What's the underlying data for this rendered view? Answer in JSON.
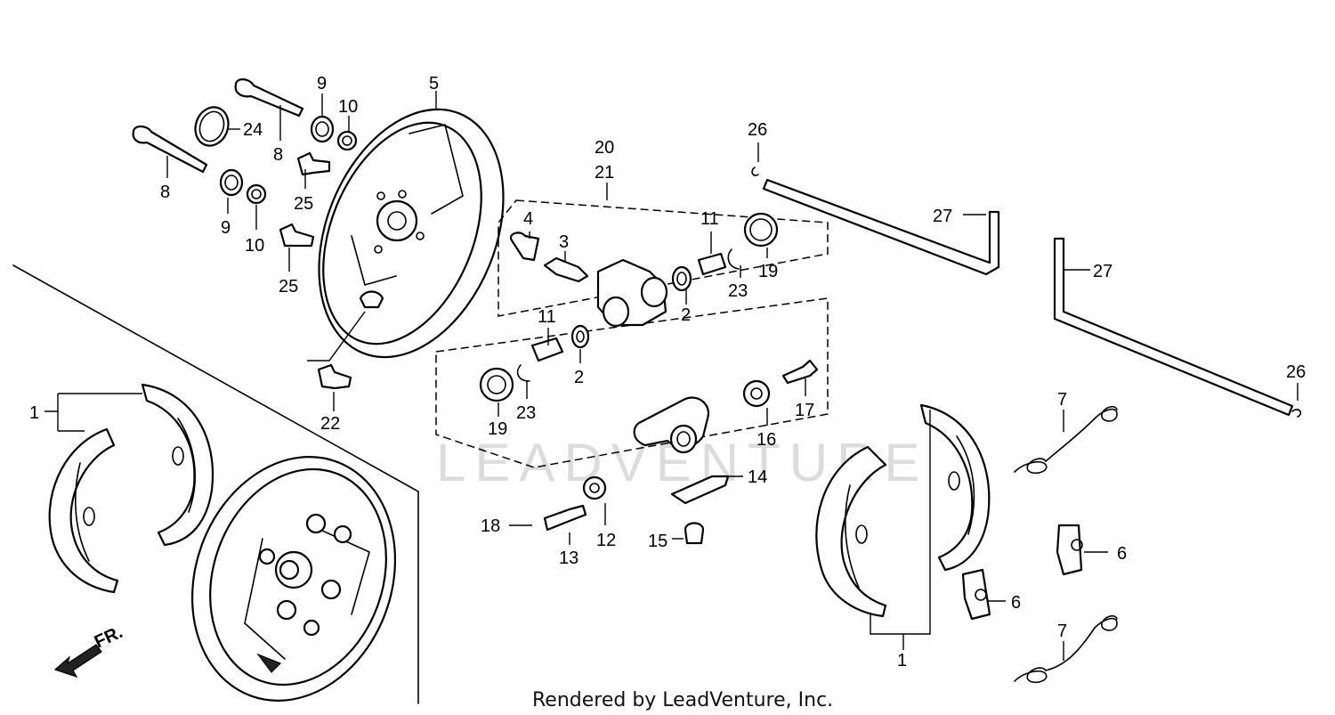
{
  "diagram": {
    "credit": "Rendered by LeadVenture, Inc.",
    "watermark": "LEADVENTURE",
    "direction_marker": "FR.",
    "callouts": {
      "c1a": "1",
      "c1b": "1",
      "c2a": "2",
      "c2b": "2",
      "c3": "3",
      "c4": "4",
      "c5": "5",
      "c6a": "6",
      "c6b": "6",
      "c7a": "7",
      "c7b": "7",
      "c8a": "8",
      "c8b": "8",
      "c9a": "9",
      "c9b": "9",
      "c10a": "10",
      "c10b": "10",
      "c11a": "11",
      "c11b": "11",
      "c12": "12",
      "c13": "13",
      "c14": "14",
      "c15": "15",
      "c16": "16",
      "c17": "17",
      "c18": "18",
      "c19a": "19",
      "c19b": "19",
      "c20": "20",
      "c21": "21",
      "c22": "22",
      "c23a": "23",
      "c23b": "23",
      "c24": "24",
      "c25a": "25",
      "c25b": "25",
      "c26a": "26",
      "c26b": "26",
      "c27a": "27",
      "c27b": "27"
    }
  }
}
